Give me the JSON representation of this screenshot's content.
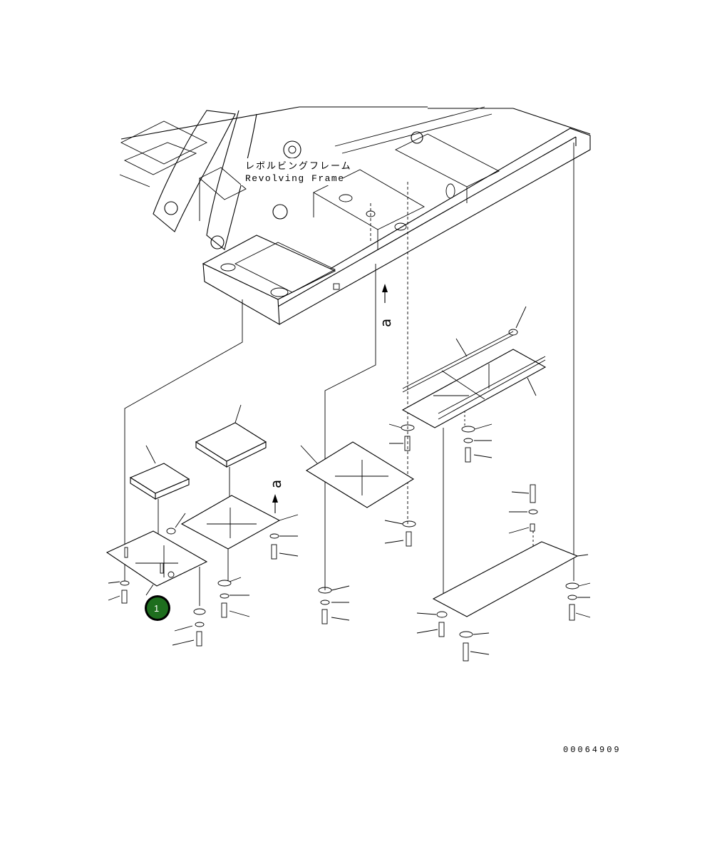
{
  "labels": {
    "frame_jp": "レボルビングフレーム",
    "frame_en": "Revolving Frame",
    "arrow_a_upper": "a",
    "arrow_a_lower": "a"
  },
  "callouts": [
    {
      "id": "1",
      "label": "1",
      "color": "#1e6e1e"
    }
  ],
  "reference_number": "00064909"
}
